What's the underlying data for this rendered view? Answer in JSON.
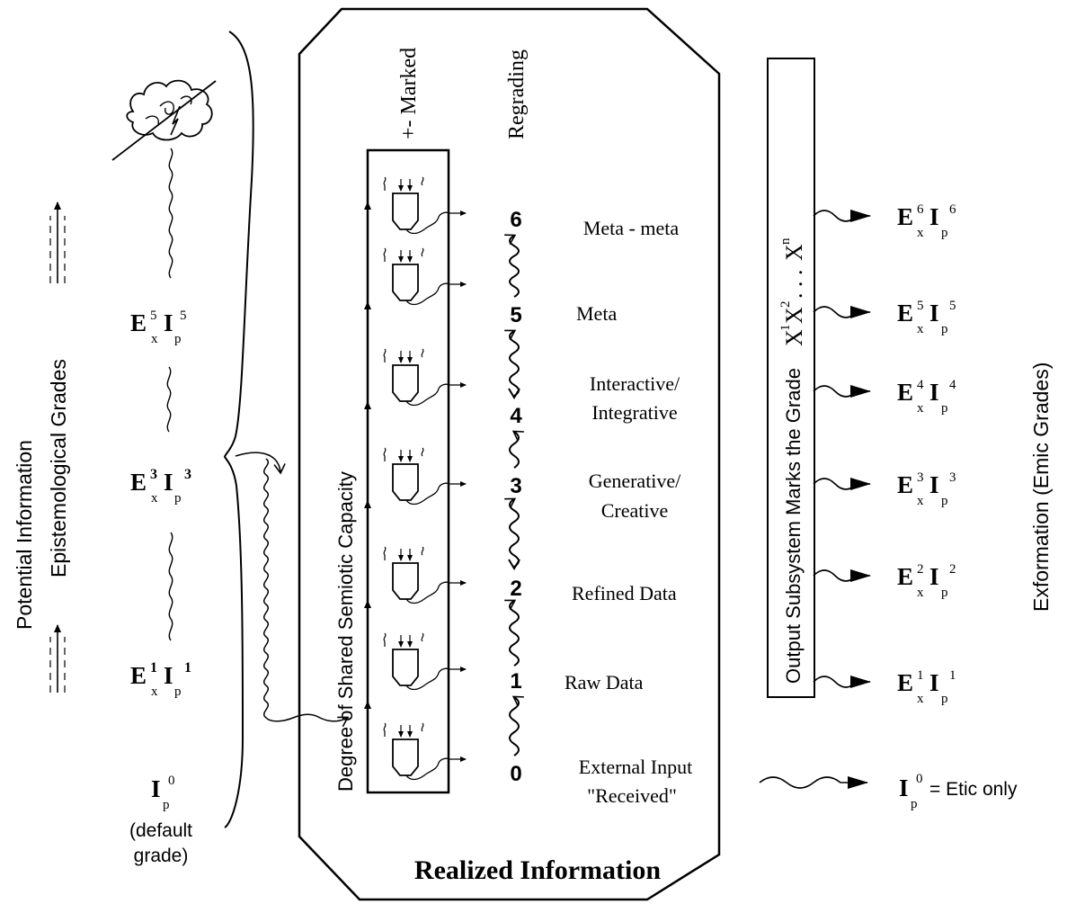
{
  "left_column": {
    "title_line1": "Potential Information",
    "title_line2": "Epistemological Grades",
    "grades": [
      {
        "base": "E",
        "sub": "x",
        "sup": "5",
        "base2": "I",
        "sub2": "p",
        "sup2": "5"
      },
      {
        "base": "E",
        "sub": "x",
        "sup": "3",
        "base2": "I",
        "sub2": "p",
        "sup2": "3"
      },
      {
        "base": "E",
        "sub": "x",
        "sup": "1",
        "base2": "I",
        "sub2": "p",
        "sup2": "1"
      }
    ],
    "default": {
      "base": "I",
      "sub": "p",
      "sup": "0",
      "caption_line1": "(default",
      "caption_line2": "grade)"
    }
  },
  "center": {
    "marked_label": "+- Marked",
    "regrading_label": "Regrading",
    "capacity_label": "Degree of Shared Semiotic Capacity",
    "output_label": "Output Subsystem Marks the Grade",
    "output_formula": {
      "x1": "X",
      "s1": "1",
      "x2": "X",
      "s2": "2",
      "dots": ". . .",
      "x3": "X",
      "s3": "n"
    },
    "footer": "Realized Information",
    "levels": [
      {
        "num": "6",
        "line1": "Meta - meta",
        "line2": ""
      },
      {
        "num": "5",
        "line1": "Meta",
        "line2": ""
      },
      {
        "num": "4",
        "line1": "Interactive/",
        "line2": "Integrative"
      },
      {
        "num": "3",
        "line1": "Generative/",
        "line2": "Creative"
      },
      {
        "num": "2",
        "line1": "Refined Data",
        "line2": ""
      },
      {
        "num": "1",
        "line1": "Raw Data",
        "line2": ""
      },
      {
        "num": "0",
        "line1": "External Input",
        "line2": "\"Received\""
      }
    ]
  },
  "right_column": {
    "title": "Exformation (Emic Grades)",
    "outputs": [
      {
        "base": "E",
        "sub": "x",
        "sup": "6",
        "base2": "I",
        "sub2": "p",
        "sup2": "6"
      },
      {
        "base": "E",
        "sub": "x",
        "sup": "5",
        "base2": "I",
        "sub2": "p",
        "sup2": "5"
      },
      {
        "base": "E",
        "sub": "x",
        "sup": "4",
        "base2": "I",
        "sub2": "p",
        "sup2": "4"
      },
      {
        "base": "E",
        "sub": "x",
        "sup": "3",
        "base2": "I",
        "sub2": "p",
        "sup2": "3"
      },
      {
        "base": "E",
        "sub": "x",
        "sup": "2",
        "base2": "I",
        "sub2": "p",
        "sup2": "2"
      },
      {
        "base": "E",
        "sub": "x",
        "sup": "1",
        "base2": "I",
        "sub2": "p",
        "sup2": "1"
      }
    ],
    "etic": {
      "base": "I",
      "sub": "p",
      "sup": "0",
      "suffix": "= Etic only"
    }
  }
}
